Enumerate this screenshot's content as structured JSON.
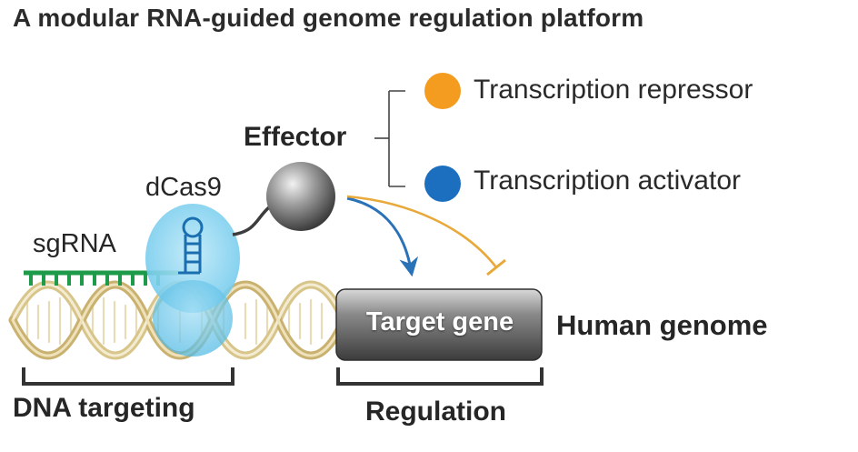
{
  "title": "A modular RNA-guided genome regulation platform",
  "effector": {
    "label": "Effector",
    "options": [
      {
        "label": "Transcription repressor",
        "color": "#f39c1f"
      },
      {
        "label": "Transcription activator",
        "color": "#1c6fbf"
      }
    ]
  },
  "labels": {
    "dcas9": "dCas9",
    "sgrna": "sgRNA",
    "target_gene": "Target gene",
    "human_genome": "Human genome",
    "dna_targeting": "DNA targeting",
    "regulation": "Regulation"
  },
  "colors": {
    "sgrna": "#1e9b4a",
    "dcas9": "#7fd0ee",
    "effector_ball": "#5a5a5a",
    "activation_arrow": "#2a72b8",
    "repression_line": "#e8a93a",
    "dna_strand": "#d8c58a"
  }
}
